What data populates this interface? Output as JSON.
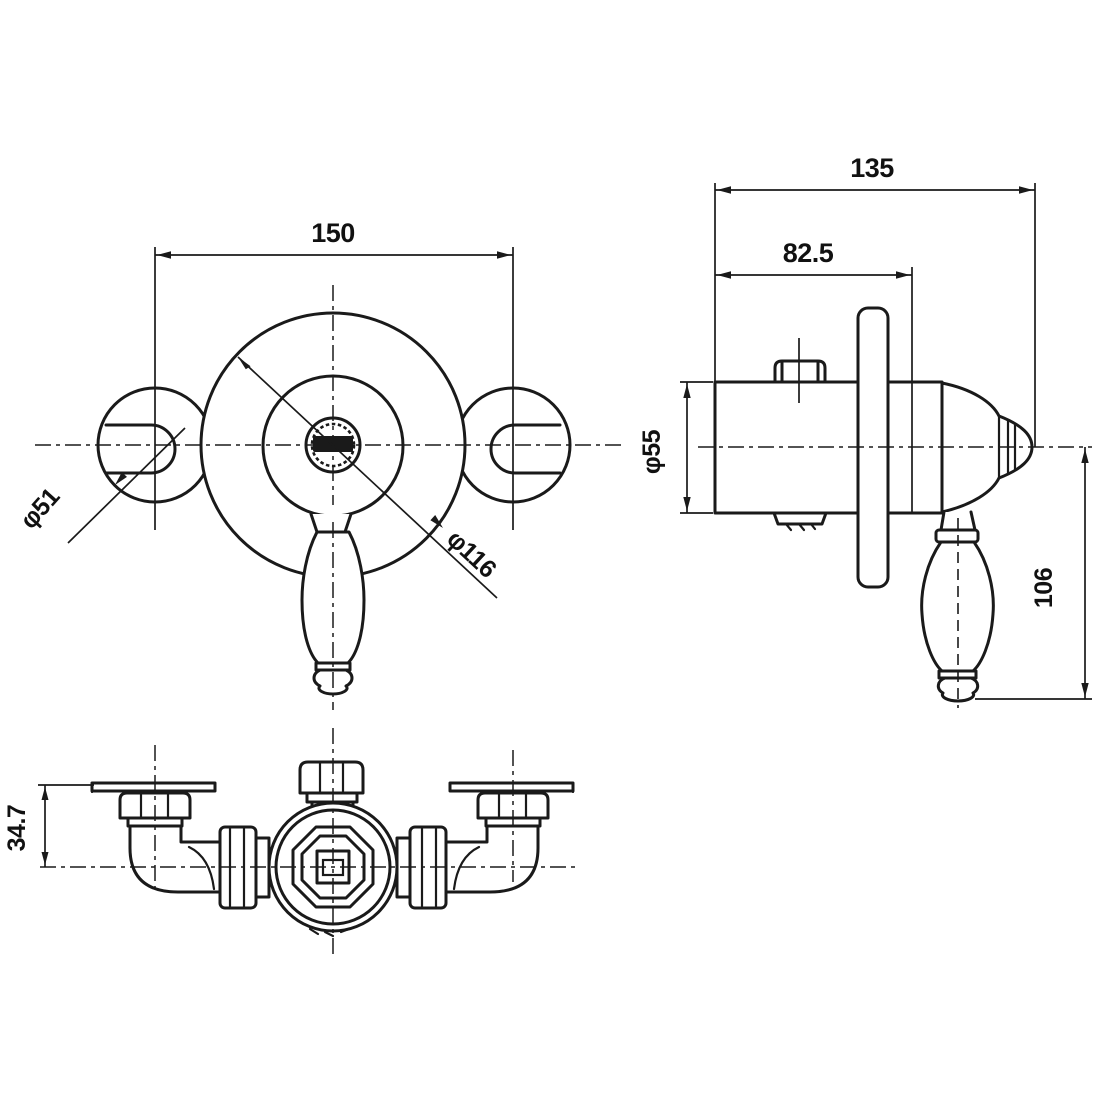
{
  "colors": {
    "background": "#ffffff",
    "line": "#1a1a1a",
    "text": "#111111"
  },
  "drawing": {
    "type": "technical-orthographic-drawing",
    "subject": "wall-mounted thermostatic shower valve",
    "views": [
      "front",
      "side",
      "bottom"
    ]
  },
  "dimensions": {
    "front_width": "150",
    "front_connector_diameter": "φ51",
    "front_plate_diameter": "φ116",
    "side_total_depth": "135",
    "side_body_depth": "82.5",
    "side_body_diameter": "φ55",
    "side_handle_drop": "106",
    "bottom_wall_offset": "34.7"
  }
}
